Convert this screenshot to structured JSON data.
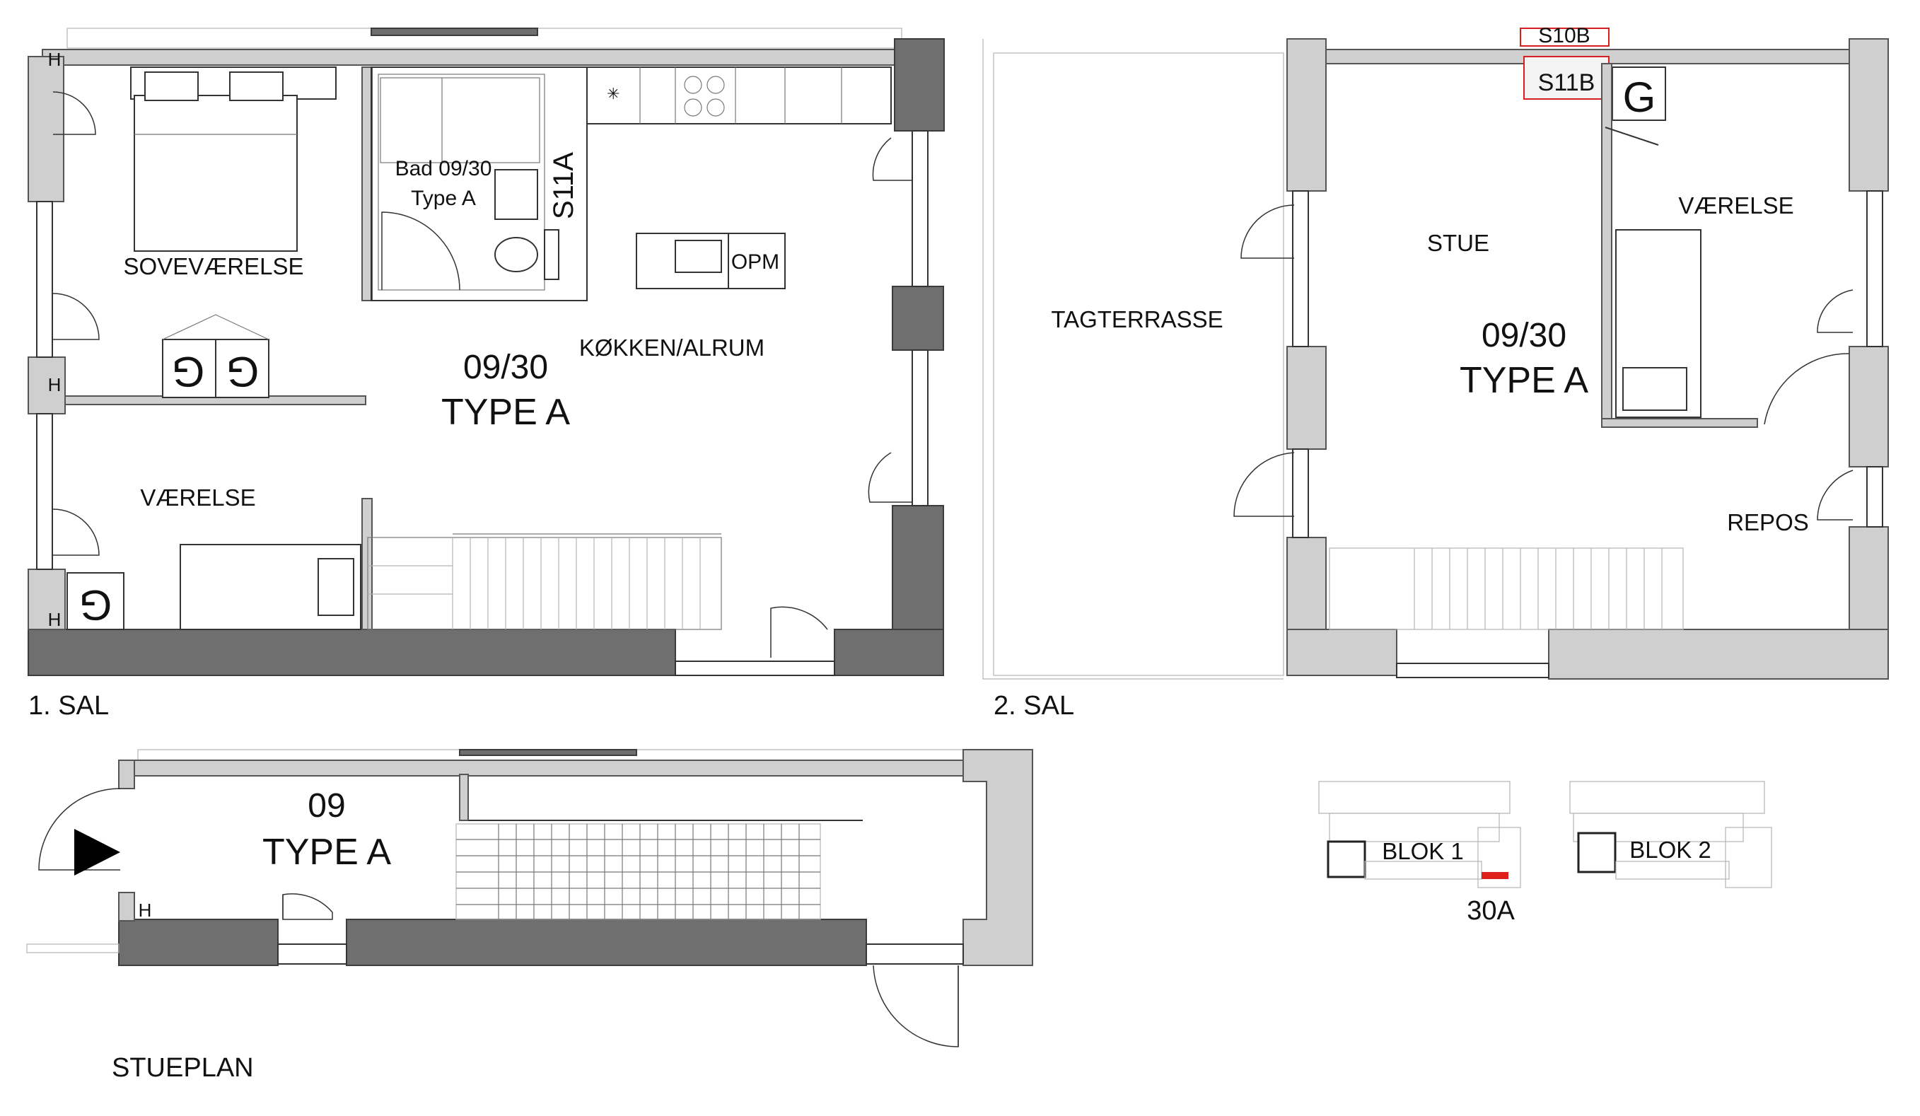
{
  "level_labels": {
    "first_floor": "1. SAL",
    "second_floor": "2. SAL",
    "ground_floor": "STUEPLAN"
  },
  "first_floor": {
    "rooms": {
      "bedroom": "SOVEVÆRELSE",
      "room": "VÆRELSE",
      "kitchen": "KØKKEN/ALRUM",
      "bath_line1": "Bad 09/30",
      "bath_line2": "Type A",
      "storage": "OPM"
    },
    "unit_number": "09/30",
    "unit_type": "TYPE A",
    "shaft_tag": "S11A",
    "wardrobe_tag": "G",
    "outlet_tag": "H"
  },
  "second_floor": {
    "rooms": {
      "roof_terrace": "TAGTERRASSE",
      "living": "STUE",
      "room": "VÆRELSE",
      "landing": "REPOS"
    },
    "unit_number": "09/30",
    "unit_type": "TYPE A",
    "shaft_tag": "S11B",
    "shaft_tag_cut": "S10B",
    "wardrobe_tag": "G"
  },
  "ground_floor": {
    "unit_number": "09",
    "unit_type": "TYPE A",
    "outlet_tag": "H"
  },
  "key_plan": {
    "block1": "BLOK 1",
    "block2": "BLOK 2",
    "address": "30A",
    "highlight_color": "#e0201a"
  },
  "colors": {
    "wall": "#6f6f6f",
    "light_wall": "#cfcfcf",
    "shaft_outline": "#d62020"
  }
}
